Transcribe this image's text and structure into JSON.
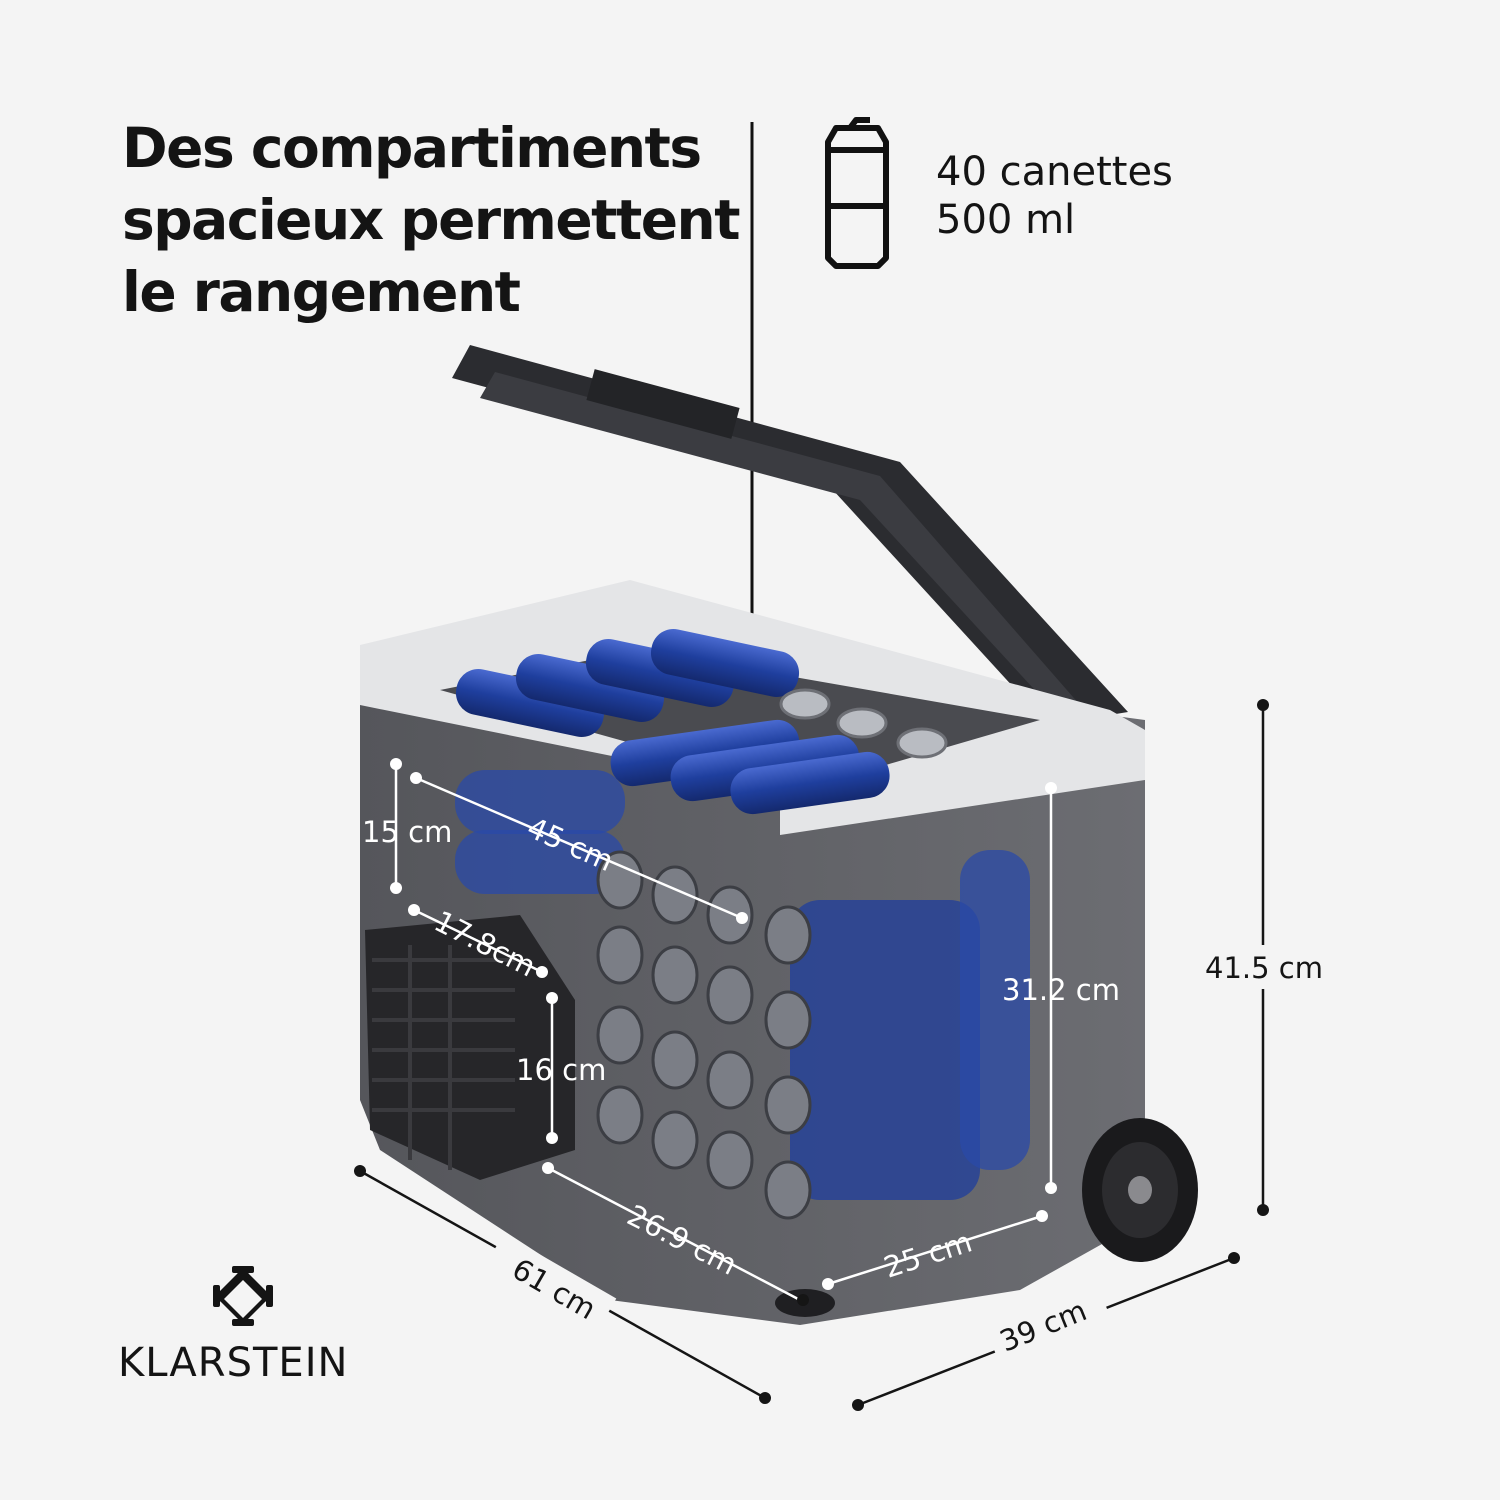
{
  "headline": {
    "line1": "Des compartiments",
    "line2": "spacieux permettent",
    "line3": "le rangement"
  },
  "can_info": {
    "count": "40 canettes",
    "volume": "500 ml",
    "icon": "can-icon"
  },
  "brand": {
    "name": "KLARSTEIN",
    "logo": "klarstein-logo-icon"
  },
  "dimensions": {
    "upper_height": "15 cm",
    "upper_length": "45 cm",
    "step_length": "17.8cm",
    "lower_height": "16 cm",
    "inner_height": "31.2 cm",
    "lower_length": "26.9 cm",
    "inner_width": "25 cm",
    "total_height": "41.5 cm",
    "total_length": "61 cm",
    "total_width": "39 cm"
  },
  "colors": {
    "background": "#f4f4f4",
    "text": "#141414",
    "can_blue": "#1f3f9e",
    "body_gray": "#5f6065",
    "lid_dark": "#2b2c30",
    "rim_light": "#e4e5e7"
  }
}
